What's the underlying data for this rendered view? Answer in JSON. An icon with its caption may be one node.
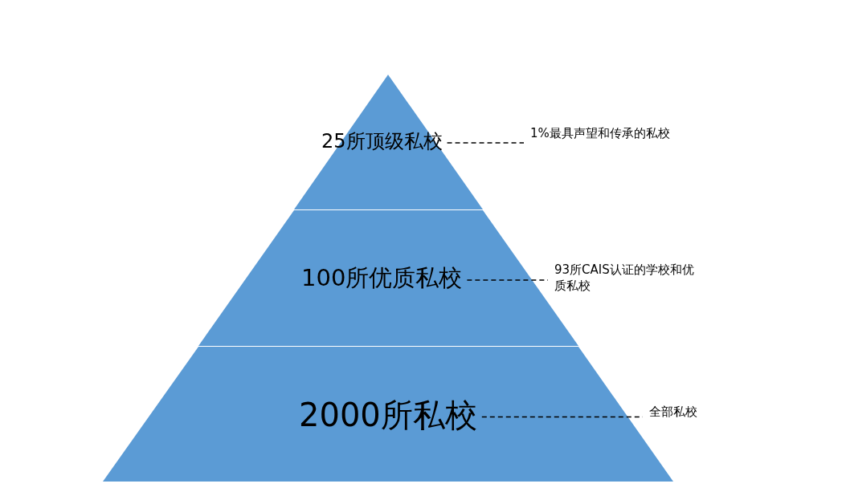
{
  "diagram": {
    "nodes": [
      {
        "text": [
          "25所顶级私校"
        ]
      },
      {
        "text": [
          "100所优质私校"
        ]
      },
      {
        "text": [
          "2000所私校"
        ]
      },
      {
        "text": [
          "1%最具声望和传承的私校"
        ]
      },
      {
        "text": [
          "93所CAIS认证的学校和优质私校"
        ]
      },
      {
        "text": [
          "全部私校"
        ]
      }
    ],
    "edges": [
      {
        "from": 0,
        "to": 3,
        "arrow": "none",
        "style": "dashed"
      },
      {
        "from": 1,
        "to": 4,
        "arrow": "none",
        "style": "dashed"
      },
      {
        "from": 2,
        "to": 5,
        "arrow": "none",
        "style": "dashed"
      }
    ]
  }
}
